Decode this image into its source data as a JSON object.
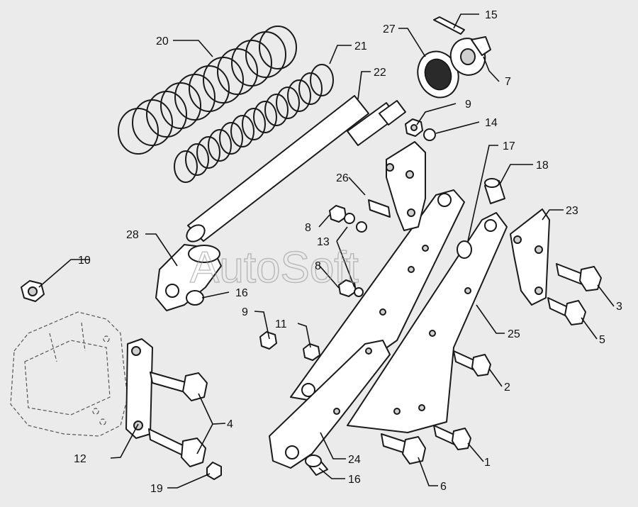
{
  "watermark": "AutoSoft",
  "callouts": {
    "c1": "1",
    "c2": "2",
    "c3": "3",
    "c4": "4",
    "c5": "5",
    "c6": "6",
    "c7": "7",
    "c8a": "8",
    "c8b": "8",
    "c9a": "9",
    "c9b": "9",
    "c10": "10",
    "c11": "11",
    "c12": "12",
    "c13": "13",
    "c14": "14",
    "c15": "15",
    "c16a": "16",
    "c16b": "16",
    "c17": "17",
    "c18": "18",
    "c19": "19",
    "c20": "20",
    "c21": "21",
    "c22": "22",
    "c23": "23",
    "c24": "24",
    "c25": "25",
    "c26": "26",
    "c27": "27",
    "c28": "28"
  }
}
